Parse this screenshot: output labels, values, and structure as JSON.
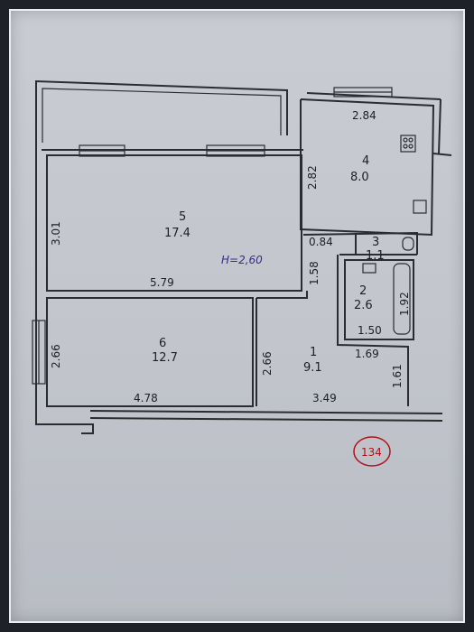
{
  "plan": {
    "height_note": "H=2,60",
    "stamp": "134",
    "rooms": [
      {
        "number": "1",
        "area": "9.1"
      },
      {
        "number": "2",
        "area": "2.6"
      },
      {
        "number": "3",
        "area": "1.1"
      },
      {
        "number": "4",
        "area": "8.0"
      },
      {
        "number": "5",
        "area": "17.4"
      },
      {
        "number": "6",
        "area": "12.7"
      }
    ],
    "dimensions": {
      "r4_width": "2.84",
      "r4_height": "2.82",
      "r5_height": "3.01",
      "r5_width": "5.79",
      "r3_width": "0.84",
      "corridor": "1.58",
      "r2_height": "1.92",
      "r2_width": "1.50",
      "r6_height": "2.66",
      "r6_width": "4.78",
      "r1_left": "2.66",
      "r1_width": "3.49",
      "r1_top": "1.69",
      "r1_right": "1.61"
    }
  }
}
